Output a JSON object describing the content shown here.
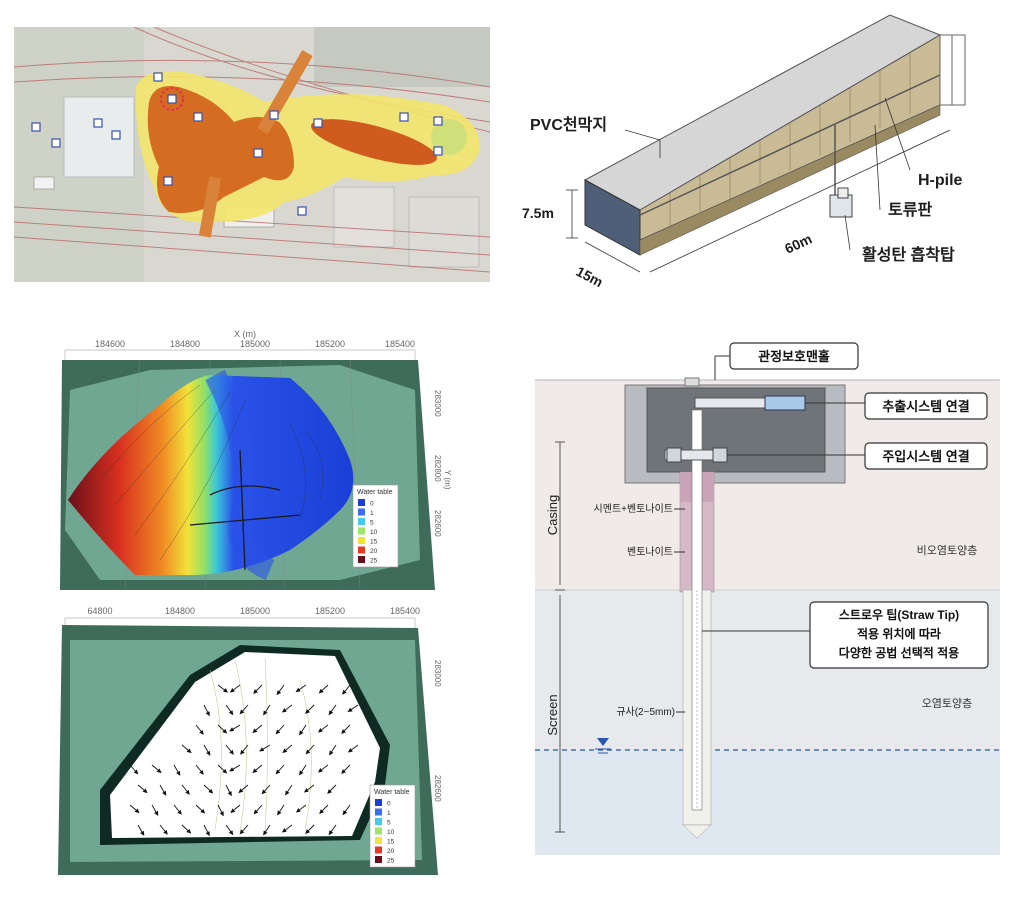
{
  "tent": {
    "label_pvc": "PVC천막지",
    "label_hpile": "H-pile",
    "label_toryu": "토류판",
    "label_carbon": "활성탄 흡착탑",
    "dim_height": "7.5m",
    "dim_length": "60m",
    "dim_width": "15m"
  },
  "wt1": {
    "axis_title": "X (m)",
    "x_ticks": [
      "184600",
      "184800",
      "185000",
      "185200",
      "185400"
    ],
    "y_ticks": [
      "283000",
      "282800",
      "282600"
    ],
    "y_axis_title": "Y (m)",
    "legend_title": "Water table",
    "legend": [
      {
        "label": "0",
        "color": "#1a3fd6"
      },
      {
        "label": "1",
        "color": "#3b6cf2"
      },
      {
        "label": "5",
        "color": "#47c9e8"
      },
      {
        "label": "10",
        "color": "#9ee66a"
      },
      {
        "label": "15",
        "color": "#f2e23a"
      },
      {
        "label": "20",
        "color": "#e53a24"
      },
      {
        "label": "25",
        "color": "#6b0f1a"
      }
    ]
  },
  "wt2": {
    "x_ticks": [
      "184800",
      "185000",
      "185200",
      "185400"
    ],
    "x_tick_partial": "64800",
    "y_ticks": [
      "283000",
      "282600"
    ],
    "legend_title": "Water table",
    "legend": [
      {
        "label": "0",
        "color": "#1a3fd6"
      },
      {
        "label": "1",
        "color": "#3b6cf2"
      },
      {
        "label": "5",
        "color": "#47c9e8"
      },
      {
        "label": "10",
        "color": "#9ee66a"
      },
      {
        "label": "15",
        "color": "#f2e23a"
      },
      {
        "label": "20",
        "color": "#e53a24"
      },
      {
        "label": "25",
        "color": "#6b0f1a"
      }
    ]
  },
  "well": {
    "label_manhole": "관정보호맨홀",
    "label_extract": "추출시스템 연결",
    "label_inject": "주입시스템 연결",
    "label_cement": "시멘트+벤토나이트",
    "label_bentonite": "벤토나이트",
    "label_casing": "Casing",
    "label_screen": "Screen",
    "label_sand": "규사(2~5mm)",
    "label_straw_1": "스트로우 팁(Straw Tip)",
    "label_straw_2": "적용 위치에 따라",
    "label_straw_3": "다양한 공법 선택적 적용",
    "label_clean_soil": "비오염토양층",
    "label_contam_soil": "오염토양층"
  }
}
